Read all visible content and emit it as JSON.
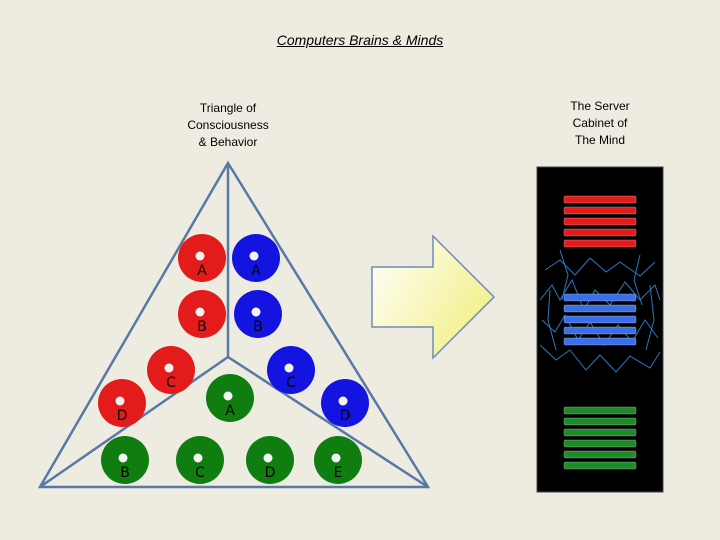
{
  "title": "Computers Brains & Minds",
  "triangle_label": "Triangle of\nConsciousness\n& Behavior",
  "server_label": "The Server\nCabinet of\nThe Mind",
  "colors": {
    "background": "#eeece1",
    "red": "#e31b1b",
    "blue": "#1414e0",
    "green": "#0f7d0f",
    "triangle_line": "#5878a6",
    "cabinet": "#000000"
  },
  "triangle": {
    "circles": [
      {
        "label": "A",
        "color": "red"
      },
      {
        "label": "A",
        "color": "blue"
      },
      {
        "label": "B",
        "color": "red"
      },
      {
        "label": "B",
        "color": "blue"
      },
      {
        "label": "C",
        "color": "red"
      },
      {
        "label": "C",
        "color": "blue"
      },
      {
        "label": "A",
        "color": "green"
      },
      {
        "label": "D",
        "color": "red"
      },
      {
        "label": "D",
        "color": "blue"
      },
      {
        "label": "B",
        "color": "green"
      },
      {
        "label": "C",
        "color": "green"
      },
      {
        "label": "D",
        "color": "green"
      },
      {
        "label": "E",
        "color": "green"
      }
    ]
  },
  "server": {
    "red_units": 5,
    "blue_units": 5,
    "green_units": 6
  }
}
